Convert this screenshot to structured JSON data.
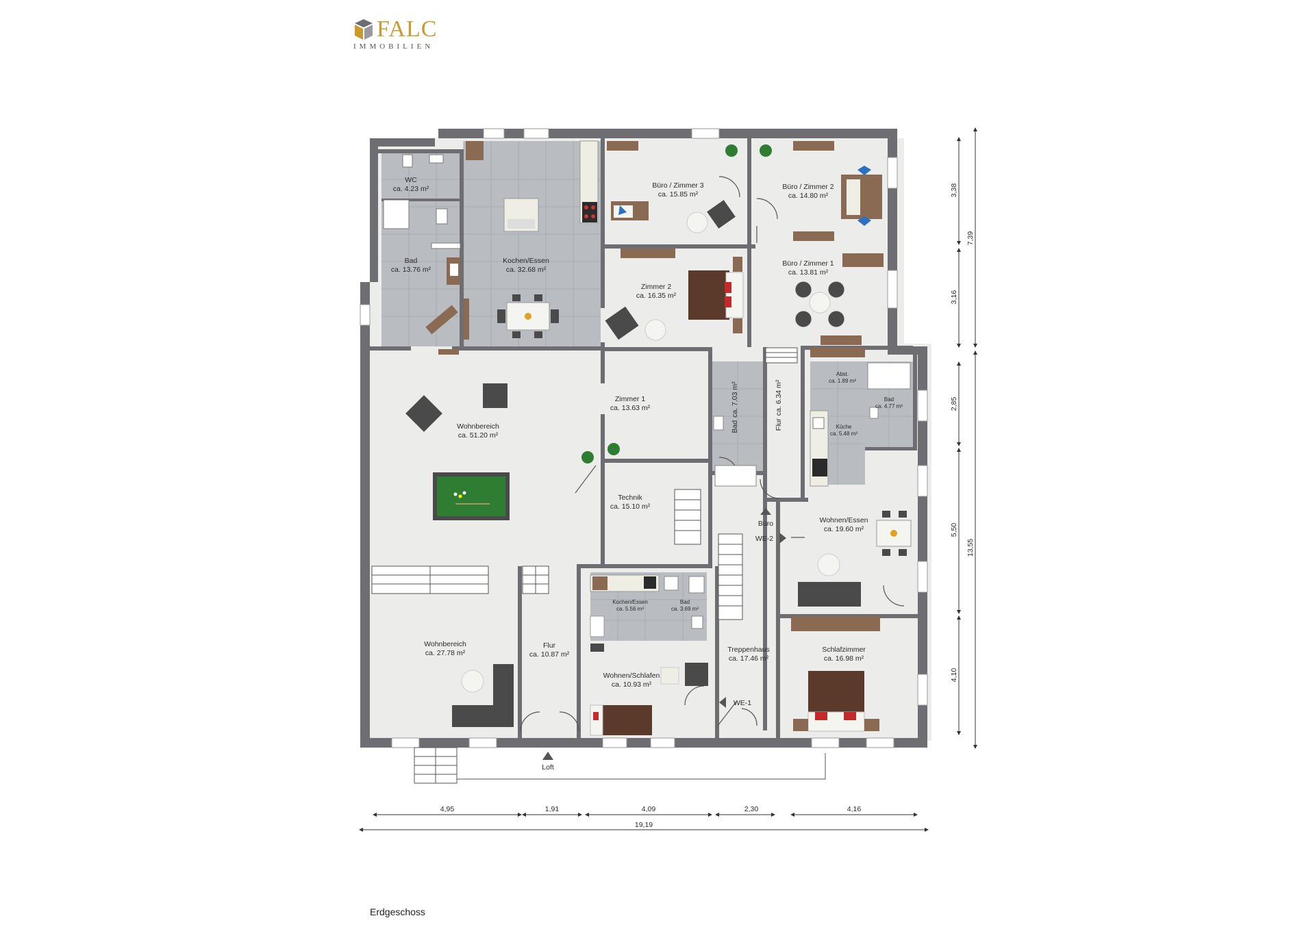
{
  "brand": {
    "name": "FALC",
    "subtitle": "IMMOBILIEN",
    "accent": "#c99a2e"
  },
  "caption": "Erdgeschoss",
  "rooms": [
    {
      "id": "wc",
      "name": "WC",
      "area": "ca. 4.23 m²"
    },
    {
      "id": "bad1",
      "name": "Bad",
      "area": "ca. 13.76 m²"
    },
    {
      "id": "kochen1",
      "name": "Kochen/Essen",
      "area": "ca. 32.68 m²"
    },
    {
      "id": "buero3",
      "name": "Büro / Zimmer 3",
      "area": "ca. 15.85 m²"
    },
    {
      "id": "buero2",
      "name": "Büro / Zimmer 2",
      "area": "ca. 14.80 m²"
    },
    {
      "id": "zimmer2",
      "name": "Zimmer 2",
      "area": "ca. 16.35 m²"
    },
    {
      "id": "buero1",
      "name": "Büro / Zimmer 1",
      "area": "ca. 13.81 m²"
    },
    {
      "id": "zimmer1",
      "name": "Zimmer 1",
      "area": "ca. 13.63 m²"
    },
    {
      "id": "wohn51",
      "name": "Wohnbereich",
      "area": "ca. 51.20 m²"
    },
    {
      "id": "bad2",
      "name": "Bad",
      "area": "ca. 7.03 m²"
    },
    {
      "id": "flur1",
      "name": "Flur",
      "area": "ca. 6.34 m²"
    },
    {
      "id": "abst",
      "name": "Abst.",
      "area": "ca. 1.89 m²"
    },
    {
      "id": "bad3",
      "name": "Bad",
      "area": "ca. 4.77 m²"
    },
    {
      "id": "kueche",
      "name": "Küche",
      "area": "ca. 5.48 m²"
    },
    {
      "id": "technik",
      "name": "Technik",
      "area": "ca. 15.10 m²"
    },
    {
      "id": "wohnessen",
      "name": "Wohnen/Essen",
      "area": "ca. 19.60 m²"
    },
    {
      "id": "kochen2",
      "name": "Kochen/Essen",
      "area": "ca. 5.56 m²"
    },
    {
      "id": "bad4",
      "name": "Bad",
      "area": "ca. 3.69 m²"
    },
    {
      "id": "wohn27",
      "name": "Wohnbereich",
      "area": "ca. 27.78 m²"
    },
    {
      "id": "flur2",
      "name": "Flur",
      "area": "ca. 10.87 m²"
    },
    {
      "id": "wohnschlaf",
      "name": "Wohnen/Schlafen",
      "area": "ca. 10.93 m²"
    },
    {
      "id": "treppe",
      "name": "Treppenhaus",
      "area": "ca. 17.46 m²"
    },
    {
      "id": "schlaf",
      "name": "Schlafzimmer",
      "area": "ca. 16.98 m²"
    }
  ],
  "entrances": {
    "buero": "Büro",
    "we2": "WE-2",
    "we1": "WE-1",
    "loft": "Loft"
  },
  "dimensions": {
    "bottom": [
      "4,95",
      "1,91",
      "4,09",
      "2,30",
      "4,16"
    ],
    "bottom_total": "19,19",
    "right_inner": [
      "3,38",
      "3,16",
      "2,85",
      "5,50",
      "4,10"
    ],
    "right_outer": [
      "7,39",
      "13,55"
    ]
  },
  "colors": {
    "wall": "#6d6d72",
    "floor": "#ececea",
    "tile": "#b9bcc0",
    "wood": "#8a6a52"
  }
}
